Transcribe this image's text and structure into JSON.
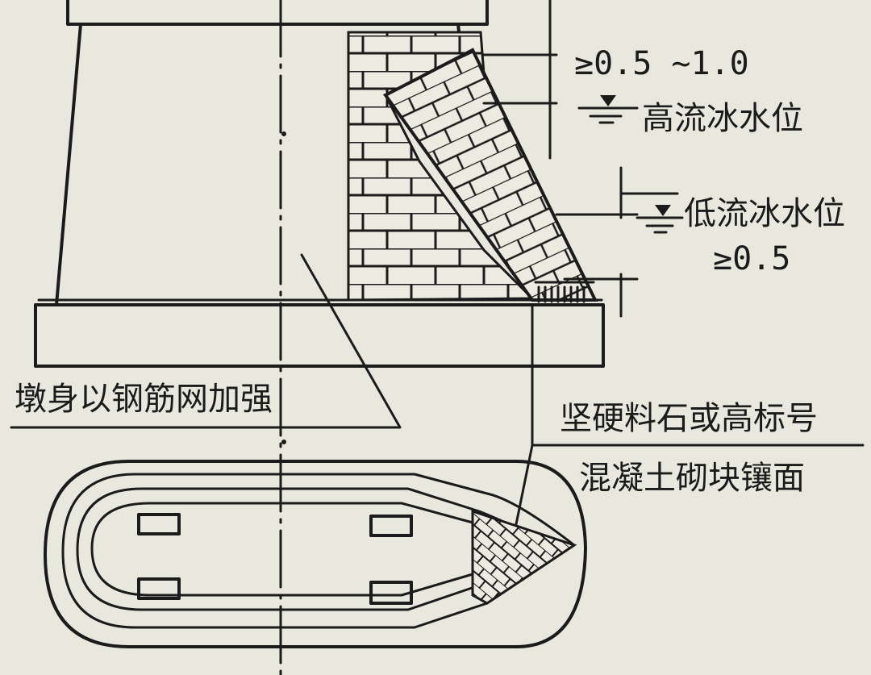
{
  "labels": {
    "high_clearance": "≥0.5 ~1.0",
    "high_ice_level": "高流冰水位",
    "low_ice_level": "低流冰水位",
    "low_clearance": "≥0.5",
    "pier_reinforcement": "墩身以钢筋网加强",
    "facing_line1": "坚硬料石或高标号",
    "facing_line2": "混凝土砌块镶面"
  },
  "colors": {
    "paper": "#e9e8df",
    "ink": "#1b1b1b"
  }
}
